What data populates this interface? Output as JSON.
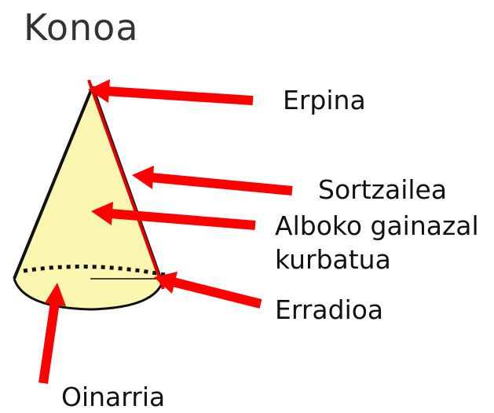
{
  "title": "Konoa",
  "labels": {
    "vertex": "Erpina",
    "generatrix": "Sortzailea",
    "lateral_surface_line1": "Alboko gainazal",
    "lateral_surface_line2": "kurbatua",
    "radius": "Erradioa",
    "base": "Oinarria"
  },
  "colors": {
    "cone_fill": "#fbf6b0",
    "cone_outline": "#111111",
    "arrow": "#ff0000",
    "generatrix_line": "#e00000"
  }
}
